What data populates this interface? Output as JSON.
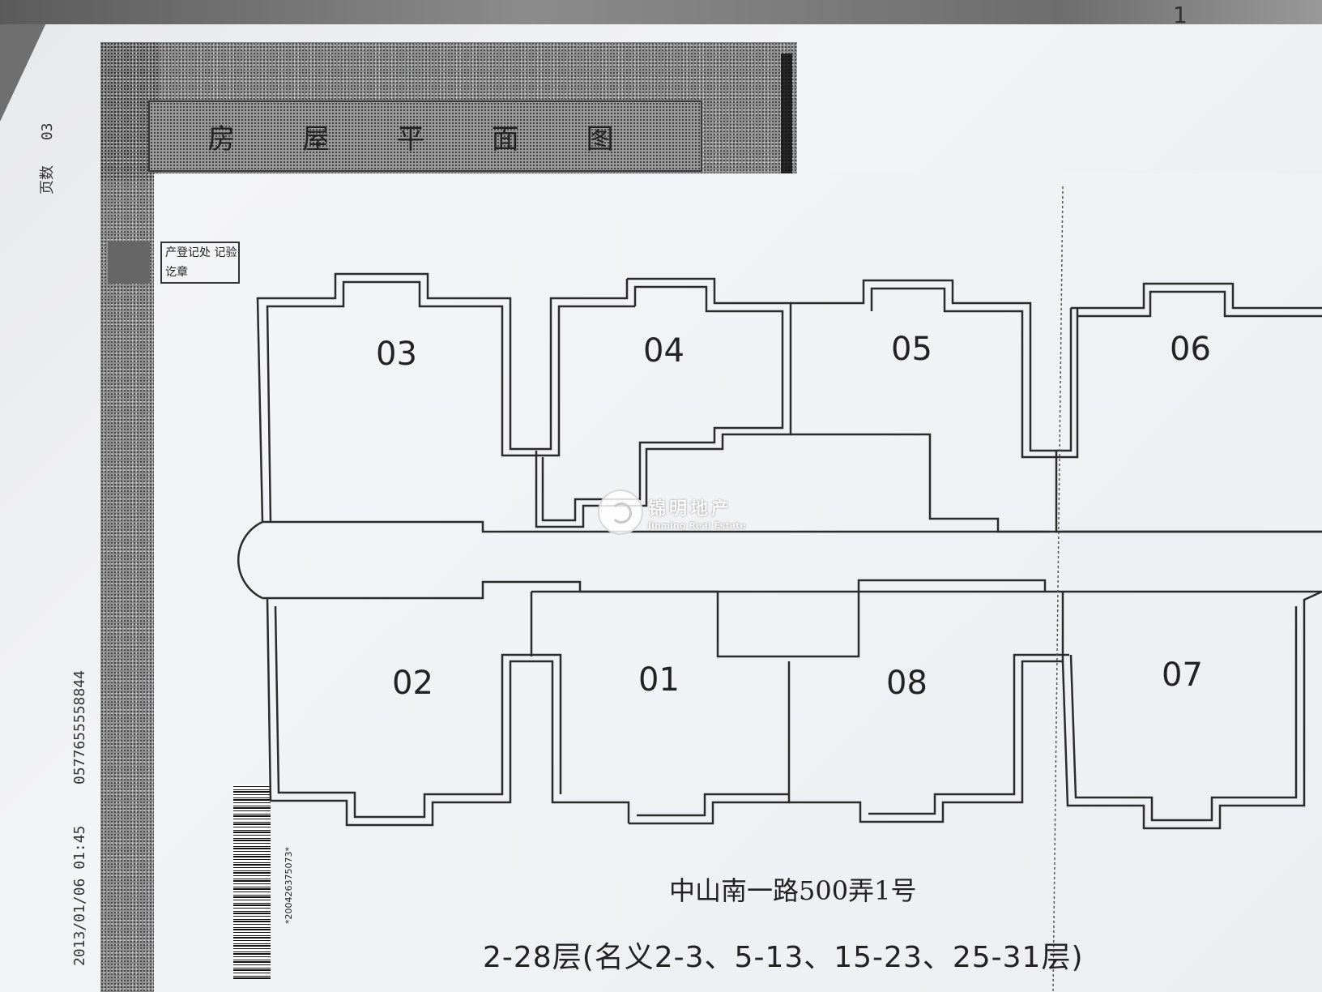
{
  "document": {
    "title": "房 屋 平 面 图",
    "page_label": "页数",
    "page_number": "03",
    "stamp_text": "产登记处 记验讫章",
    "phone": "0577655558844",
    "datetime": "2013/01/06  01:45",
    "barcode_number": "*20042637507​3*",
    "top_right_mark": "1"
  },
  "plan": {
    "units": [
      {
        "label": "03"
      },
      {
        "label": "04"
      },
      {
        "label": "05"
      },
      {
        "label": "06"
      },
      {
        "label": "02"
      },
      {
        "label": "01"
      },
      {
        "label": "08"
      },
      {
        "label": "07"
      }
    ]
  },
  "address": "中山南一路500弄1号",
  "floors": "2-28层(名义2-3、5-13、15-23、25-31层)",
  "watermark": {
    "name_cn": "锦明地产",
    "name_en": "Jinming Real Estate"
  }
}
